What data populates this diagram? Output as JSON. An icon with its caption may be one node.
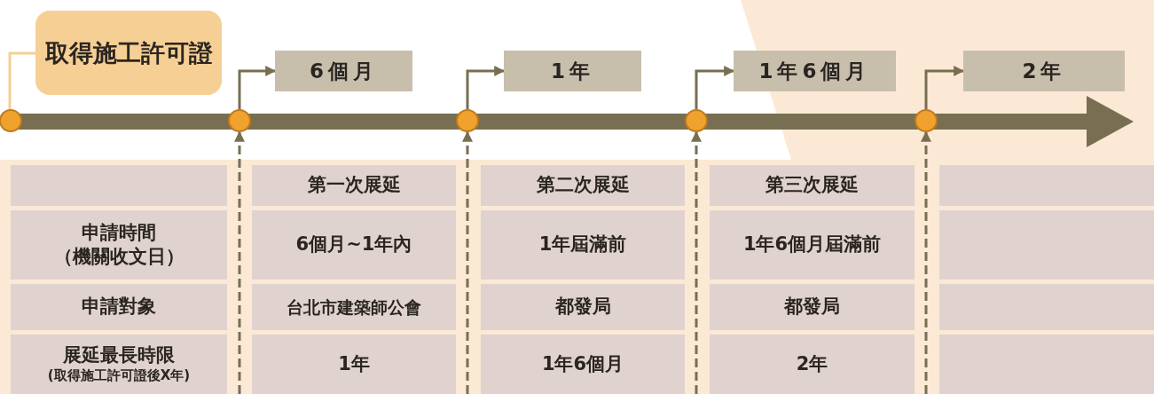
{
  "diagram": {
    "nodes": [
      {
        "text": [
          "取得施工許可證"
        ]
      },
      {
        "text": [],
        "shape": "circle"
      },
      {
        "text": [],
        "shape": "circle"
      },
      {
        "text": [],
        "shape": "circle"
      },
      {
        "text": [],
        "shape": "circle"
      },
      {
        "text": [],
        "shape": "circle"
      },
      {
        "text": [
          "6個月"
        ]
      },
      {
        "text": [
          "1年"
        ]
      },
      {
        "text": [
          "1年6個月"
        ]
      },
      {
        "text": [
          "2年"
        ]
      }
    ],
    "edges": [
      {
        "from": 0,
        "to": 1,
        "arrow": "none",
        "color": "#f6cf95"
      },
      {
        "from": 2,
        "to": 6,
        "arrow": "to"
      },
      {
        "from": 3,
        "to": 7,
        "arrow": "to"
      },
      {
        "from": 4,
        "to": 8,
        "arrow": "to"
      },
      {
        "from": 5,
        "to": 9,
        "arrow": "to"
      },
      {
        "from": null,
        "to": 2,
        "arrow": "to",
        "style": "dashed"
      },
      {
        "from": null,
        "to": 3,
        "arrow": "to",
        "style": "dashed"
      },
      {
        "from": null,
        "to": 4,
        "arrow": "to",
        "style": "dashed"
      },
      {
        "from": null,
        "to": 5,
        "arrow": "to",
        "style": "dashed"
      }
    ],
    "labels": [
      "第一次展延",
      "第二次展延",
      "第三次展延",
      "申請時間（機關收文日）",
      "6個月~1年內",
      "1年屆滿前",
      "1年6個月屆滿前",
      "申請對象",
      "台北市建築師公會",
      "都發局",
      "都發局",
      "展延最長時限",
      "(取得施工許可證後X年)",
      "1年",
      "1年6個月",
      "2年"
    ]
  }
}
